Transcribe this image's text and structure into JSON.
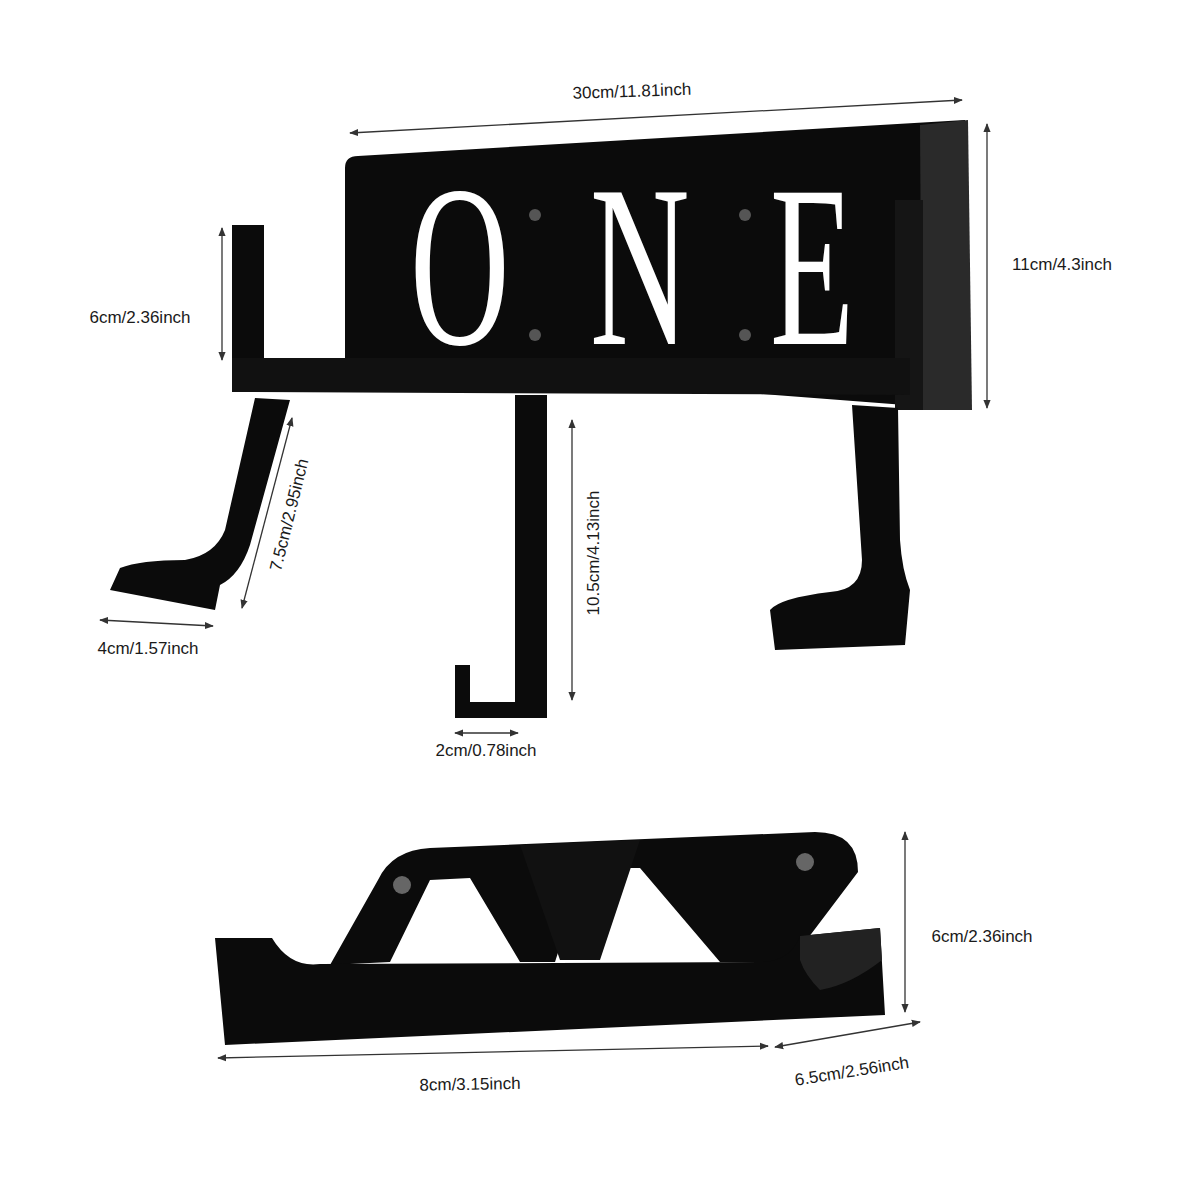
{
  "diagram": {
    "labels": [
      "30cm/11.81inch",
      "ONE",
      "11cm/4.3inch",
      "6cm/2.36inch",
      "7.5cm/2.95inch",
      "4cm/1.57inch",
      "10.5cm/4.13inch",
      "2cm/0.78inch",
      "6cm/2.36inch",
      "8cm/3.15inch",
      "6.5cm/2.56inch"
    ]
  }
}
